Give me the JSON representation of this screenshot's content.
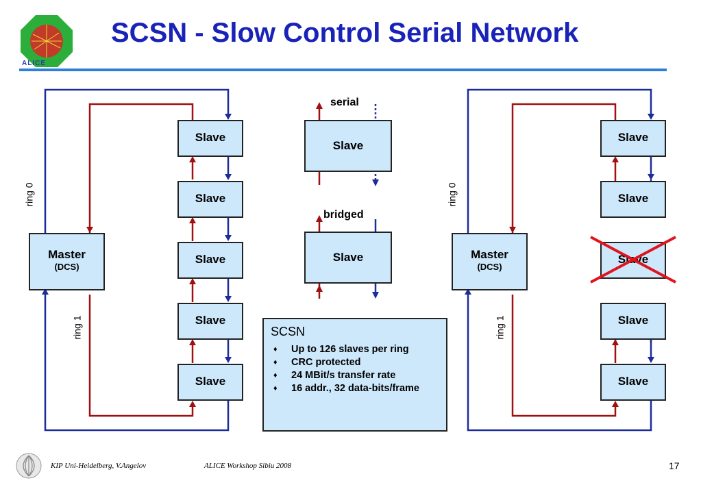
{
  "slide": {
    "title": "SCSN - Slow Control Serial Network",
    "logo_text": "ALICE",
    "page_number": "17"
  },
  "left_diagram": {
    "master_label": "Master",
    "master_sub": "(DCS)",
    "ring0_label": "ring 0",
    "ring1_label": "ring 1",
    "slaves": [
      "Slave",
      "Slave",
      "Slave",
      "Slave",
      "Slave"
    ]
  },
  "middle": {
    "serial_label": "serial",
    "serial_slave": "Slave",
    "bridged_label": "bridged",
    "bridged_slave": "Slave"
  },
  "info_box": {
    "title": "SCSN",
    "items": [
      "Up to 126 slaves per ring",
      "CRC protected",
      "24 MBit/s transfer rate",
      "16 addr., 32 data-bits/frame"
    ],
    "bullet": "♦"
  },
  "right_diagram": {
    "master_label": "Master",
    "master_sub": "(DCS)",
    "ring0_label": "ring 0",
    "ring1_label": "ring 1",
    "slaves": [
      "Slave",
      "Slave",
      "Slave",
      "Slave",
      "Slave"
    ],
    "failed_slave_index": 2
  },
  "footer": {
    "author": "KIP Uni-Heidelberg, V.Angelov",
    "event": "ALICE Workshop Sibiu 2008"
  },
  "colors": {
    "title": "#1a23b8",
    "ring_blue": "#1c2c9c",
    "ring_red": "#a01010",
    "box_fill": "#cde8fb",
    "cross": "#e0141e"
  }
}
